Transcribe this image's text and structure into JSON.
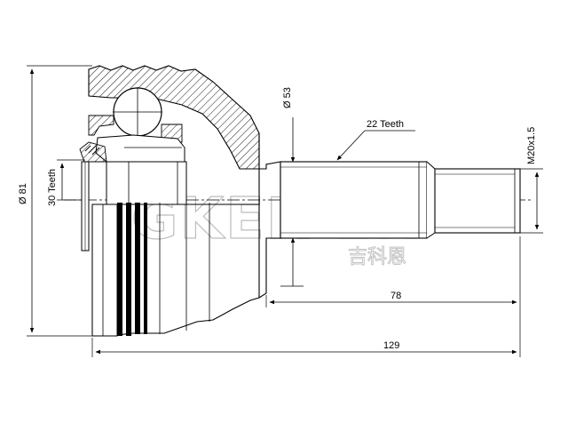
{
  "drawing": {
    "labels": {
      "diameter_outer": "Ø 81",
      "inner_teeth": "30 Teeth",
      "diameter_shaft": "Ø 53",
      "outer_teeth": "22 Teeth",
      "thread": "M20x1.5",
      "length_shaft": "78",
      "length_total": "129"
    },
    "watermark": {
      "brand": "GKER EN",
      "sub": "吉科恩"
    }
  }
}
